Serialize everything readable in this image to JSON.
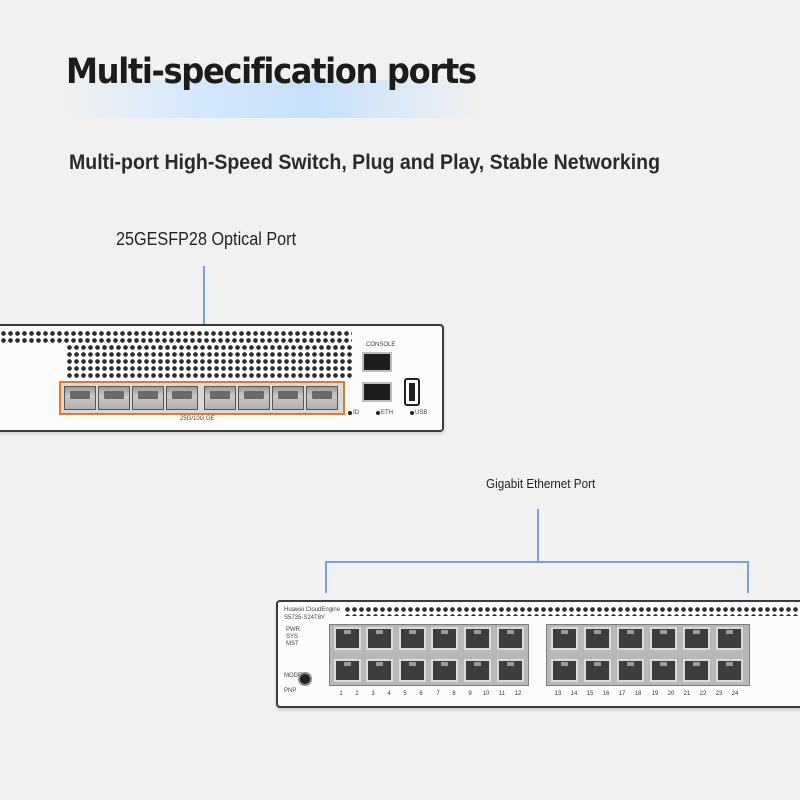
{
  "heading": {
    "title": "Multi-specification ports",
    "subtitle": "Multi-port High-Speed Switch, Plug and Play, Stable Networking"
  },
  "callouts": {
    "sfp_label": "25GESFP28 Optical Port",
    "ge_label": "Gigabit Ethernet Port"
  },
  "upper_switch": {
    "console_label": "CONSOLE",
    "eth_label": "ETH",
    "usb_label": "USB",
    "id_label": "ID",
    "sfp_group_label": "25G/10G GE"
  },
  "lower_switch": {
    "brand": "Huawei CloudEngine",
    "model": "S5735-S24T8Y",
    "leds": [
      "PWR",
      "SYS",
      "MST"
    ],
    "mode_label": "MODE",
    "pnp_label": "PNP",
    "port_numbers": [
      "1",
      "2",
      "3",
      "4",
      "5",
      "6",
      "7",
      "8",
      "9",
      "10",
      "11",
      "12",
      "13",
      "14",
      "15",
      "16",
      "17",
      "18",
      "19",
      "20",
      "21",
      "22",
      "23",
      "24"
    ]
  },
  "colors": {
    "callout_line": "#7aa0d6",
    "sfp_highlight": "#e07b2e"
  }
}
